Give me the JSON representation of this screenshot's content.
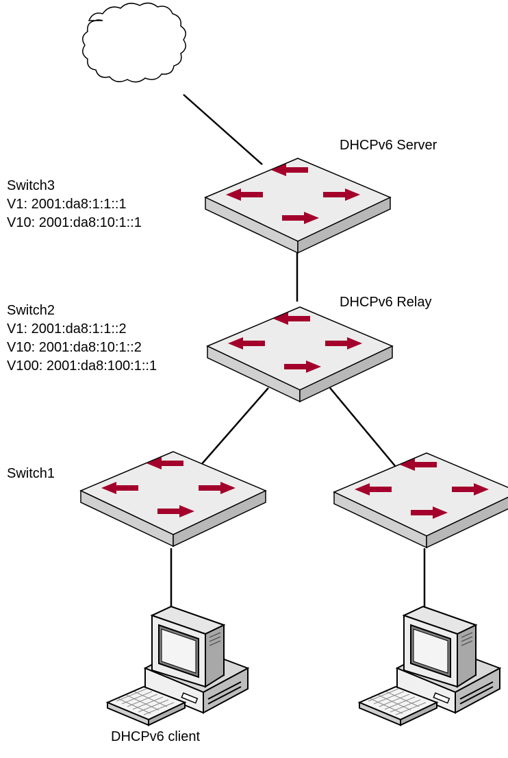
{
  "colors": {
    "arrow": "#a3002b",
    "switch_top": "#ececec",
    "switch_side": "#b8b8b8",
    "switch_front": "#d0d0d0",
    "line": "#000000"
  },
  "labels": {
    "server_role": "DHCPv6 Server",
    "relay_role": "DHCPv6 Relay",
    "client_role": "DHCPv6 client",
    "switch3": {
      "name": "Switch3",
      "v1": "V1: 2001:da8:1:1::1",
      "v10": "V10: 2001:da8:10:1::1"
    },
    "switch2": {
      "name": "Switch2",
      "v1": "V1: 2001:da8:1:1::2",
      "v10": "V10: 2001:da8:10:1::2",
      "v100": "V100: 2001:da8:100:1::1"
    },
    "switch1": {
      "name": "Switch1"
    }
  },
  "icons": [
    "cloud-icon",
    "switch-icon",
    "workstation-icon"
  ]
}
